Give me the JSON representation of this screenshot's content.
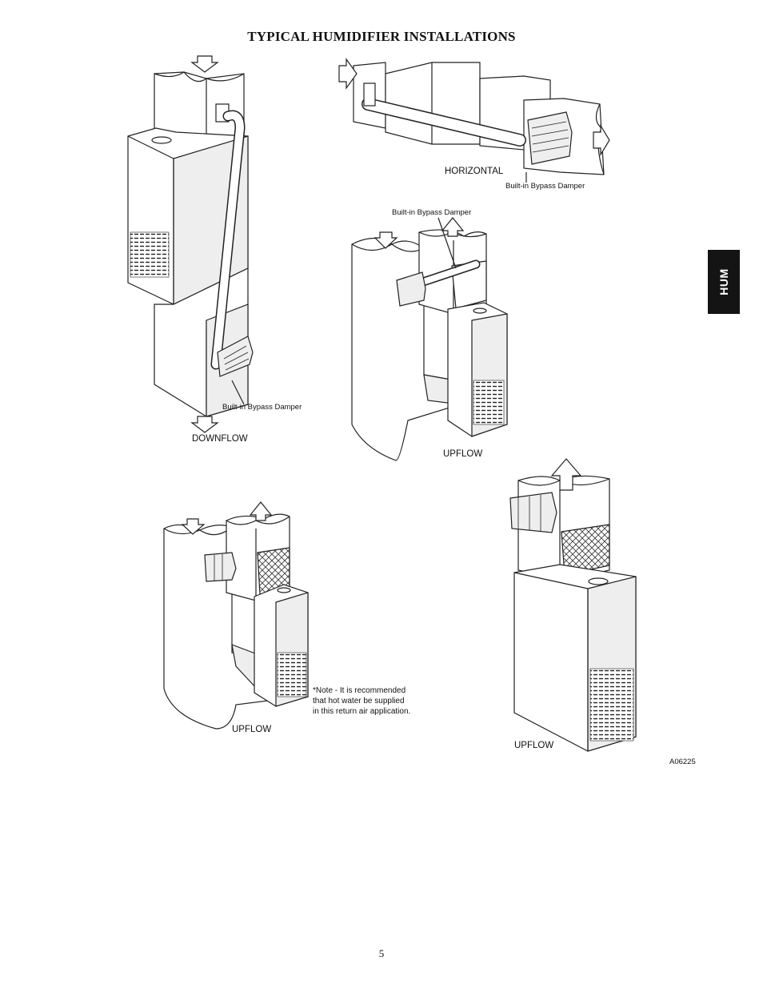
{
  "page": {
    "title": "TYPICAL HUMIDIFIER INSTALLATIONS",
    "section_tab": "HUM",
    "page_number": "5",
    "figure_id": "A06225"
  },
  "figures": {
    "downflow": {
      "label": "DOWNFLOW",
      "damper_label": "Built-in Bypass Damper"
    },
    "horizontal": {
      "label": "HORIZONTAL",
      "damper_label": "Built-in Bypass Damper"
    },
    "upflow_bypass": {
      "label": "UPFLOW",
      "damper_label": "Built-in Bypass Damper"
    },
    "upflow_return": {
      "label": "UPFLOW",
      "note_lines": [
        "*Note - It is recommended",
        "that hot water be supplied",
        "in this return air application."
      ]
    },
    "upflow_supply": {
      "label": "UPFLOW"
    }
  }
}
